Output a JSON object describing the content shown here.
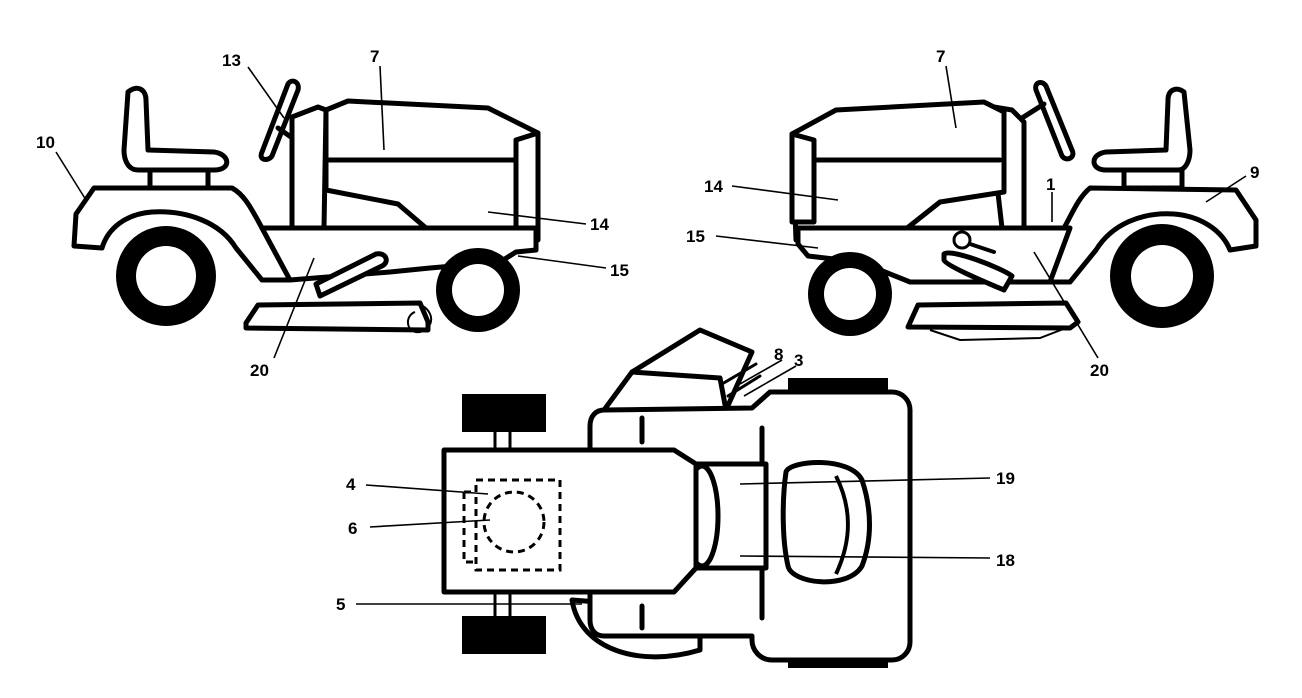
{
  "callouts": {
    "left_view": {
      "l10": "10",
      "l13": "13",
      "l7": "7",
      "l14": "14",
      "l15": "15",
      "l20": "20"
    },
    "right_view": {
      "l7": "7",
      "l14": "14",
      "l1": "1",
      "l9": "9",
      "l15": "15",
      "l20": "20"
    },
    "top_view": {
      "l8": "8",
      "l3": "3",
      "l4": "4",
      "l6": "6",
      "l5": "5",
      "l19": "19",
      "l18": "18"
    }
  }
}
